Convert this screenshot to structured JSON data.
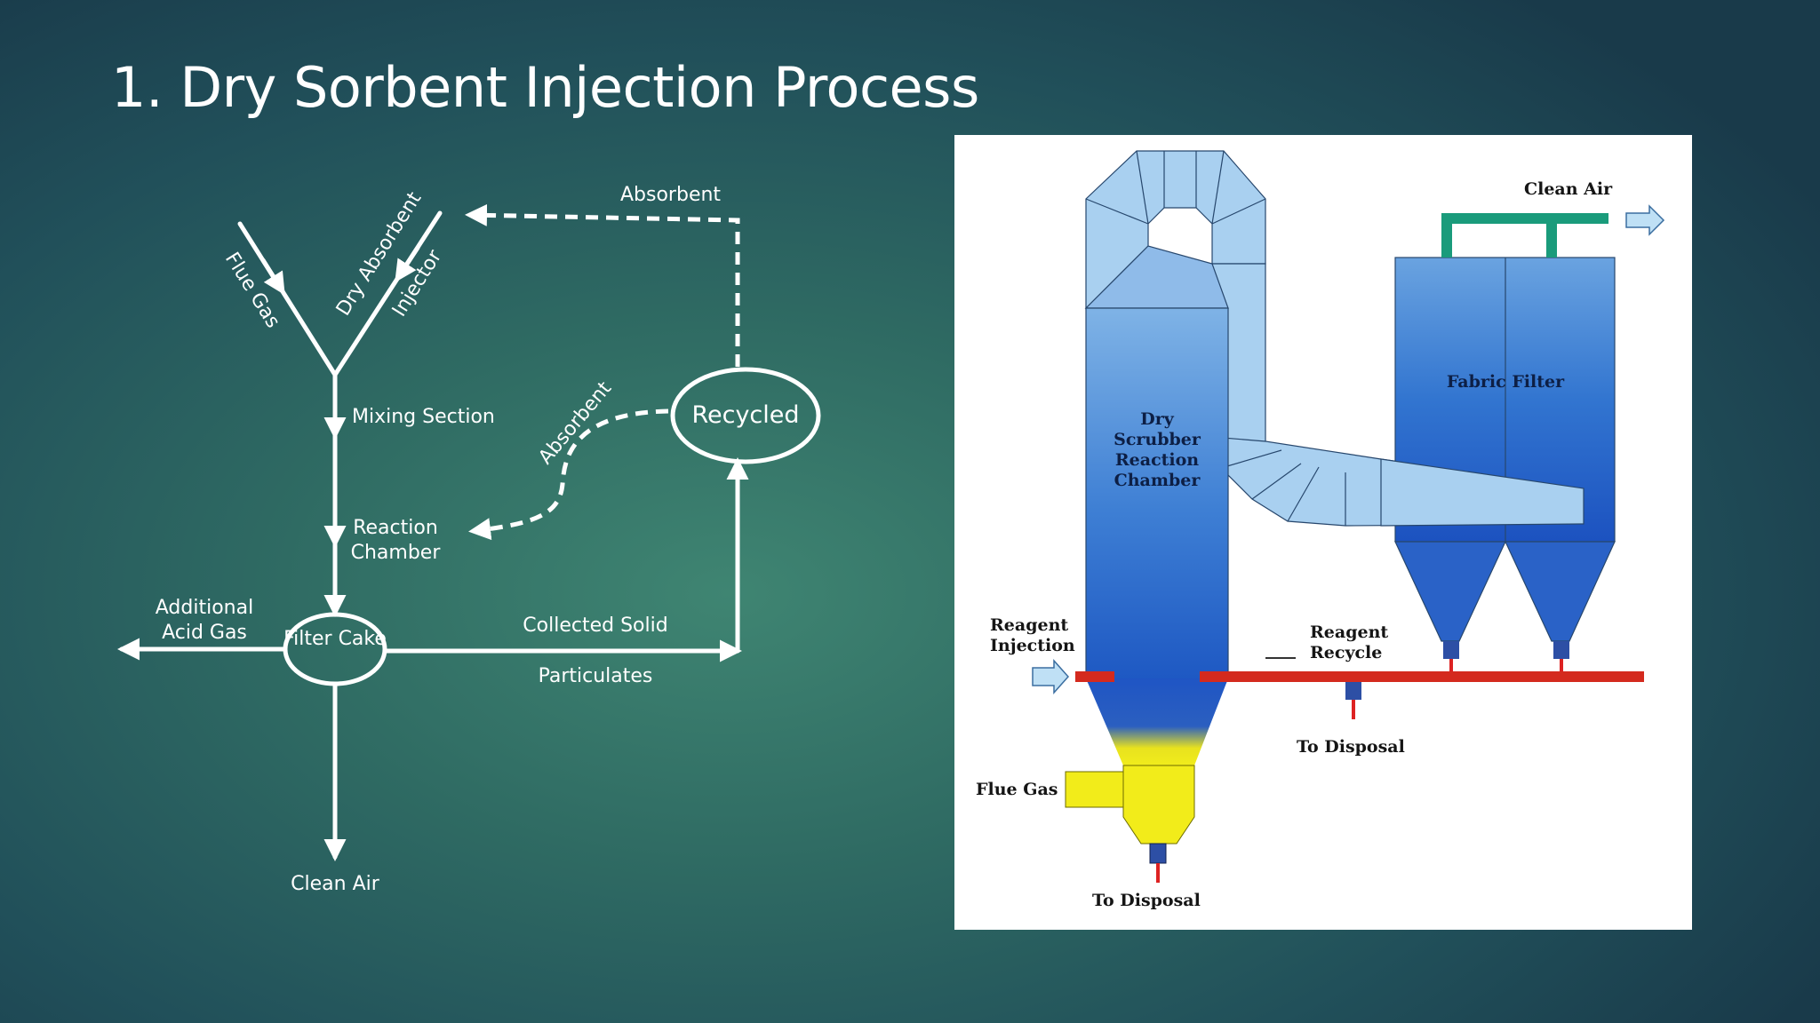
{
  "slide": {
    "title": "1. Dry Sorbent Injection Process"
  },
  "flow": {
    "flue_gas": "Flue Gas",
    "dry_absorbent": "Dry Absorbent",
    "injector": "Injector",
    "absorbent_top": "Absorbent",
    "absorbent_curve": "Absorbent",
    "mixing_section": "Mixing Section",
    "recycled": "Recycled",
    "reaction_line1": "Reaction",
    "reaction_line2": "Chamber",
    "additional_line1": "Additional",
    "additional_line2": "Acid Gas",
    "filter_cake": "Filter Cake",
    "collected_solid": "Collected Solid",
    "particulates": "Particulates",
    "clean_air": "Clean Air"
  },
  "equipment": {
    "clean_air": "Clean Air",
    "fabric_filter": "Fabric Filter",
    "chamber_line1": "Dry",
    "chamber_line2": "Scrubber",
    "chamber_line3": "Reaction",
    "chamber_line4": "Chamber",
    "reagent_injection_line1": "Reagent",
    "reagent_injection_line2": "Injection",
    "reagent_recycle_line1": "Reagent",
    "reagent_recycle_line2": "Recycle",
    "to_disposal_mid": "To Disposal",
    "flue_gas": "Flue Gas",
    "to_disposal_bottom": "To Disposal"
  }
}
